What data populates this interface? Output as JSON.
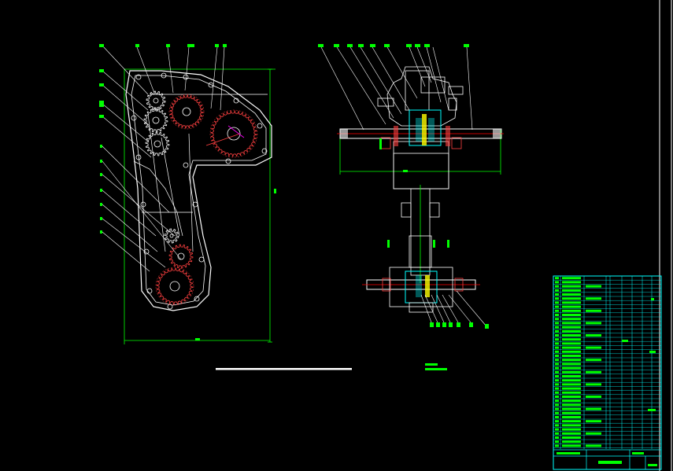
{
  "colors": {
    "background": "#000000",
    "outline": "#ffffff",
    "dimension": "#00ff00",
    "gear_tooth": "#ff4040",
    "center_line": "#ff0000",
    "title_block_line": "#00ffff",
    "title_block_text": "#00ff00",
    "highlight": "#ffff00",
    "section_fill": "#00ffff"
  },
  "drawing": {
    "left_view": "chain-drive-housing",
    "right_view": "transfer-case-section",
    "title_block": "parts-list-table",
    "scale_bar": "scale-bar"
  }
}
